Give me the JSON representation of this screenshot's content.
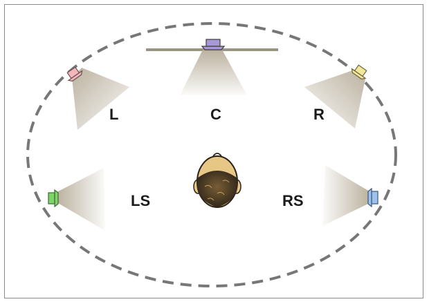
{
  "labels": {
    "left": "L",
    "center": "C",
    "right": "R",
    "left_surround": "LS",
    "right_surround": "RS"
  },
  "colors": {
    "ring": "#777777",
    "beam": "#b7ad9a",
    "speaker_left": "#f2b7bd",
    "speaker_center": "#a898d8",
    "speaker_right": "#f3e89a",
    "speaker_left_surround": "#7ed36a",
    "speaker_right_surround": "#9ec2ee",
    "screen_bar": "#9a9482",
    "head_skin": "#e7c786",
    "head_hair": "#3a2f20"
  },
  "icons": {
    "listener": "listener-head-icon",
    "speaker": "speaker-icon"
  }
}
